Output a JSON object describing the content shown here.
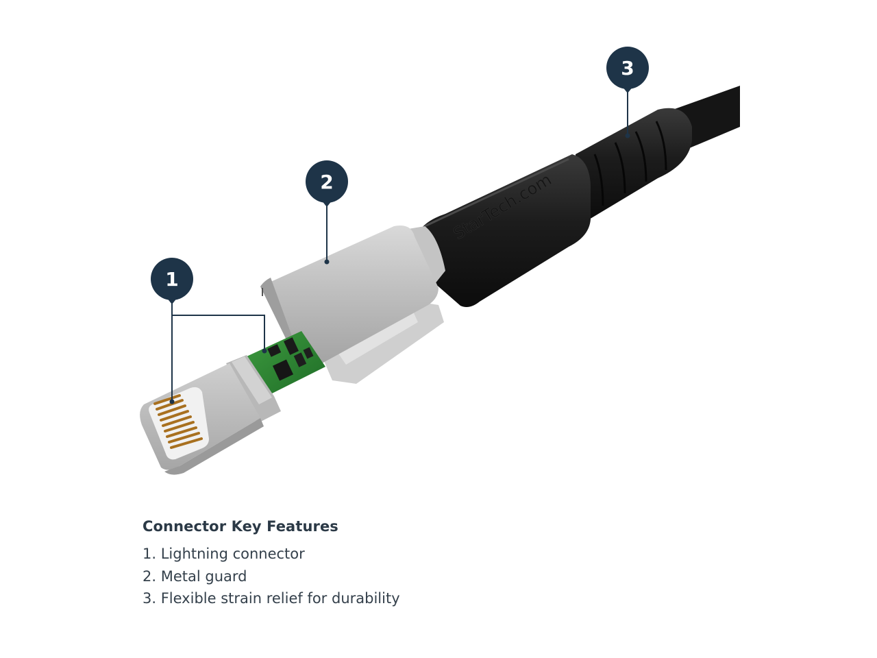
{
  "diagram": {
    "subject": "Lightning cable connector exploded view",
    "brand_mark": "StarTech.com",
    "accent_color": "#1e3448",
    "callouts": [
      {
        "number": "1",
        "target": "Lightning connector pins and PCB"
      },
      {
        "number": "2",
        "target": "Metal guard"
      },
      {
        "number": "3",
        "target": "Strain relief"
      }
    ]
  },
  "features": {
    "title": "Connector Key Features",
    "items": [
      {
        "label": "1. Lightning connector"
      },
      {
        "label": "2. Metal guard"
      },
      {
        "label": "3. Flexible strain relief for durability"
      }
    ]
  }
}
